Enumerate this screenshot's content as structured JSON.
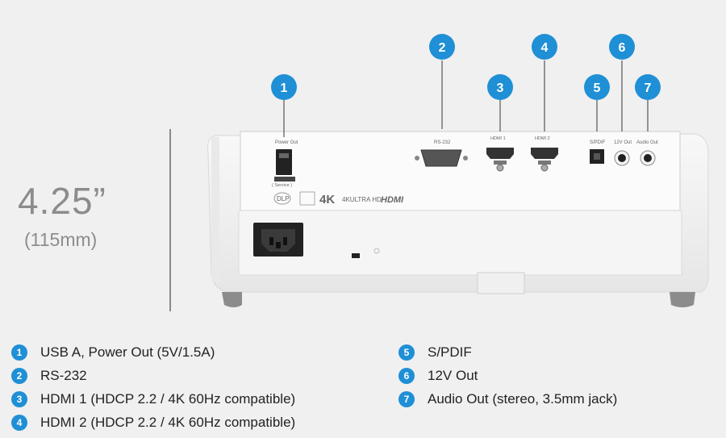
{
  "dimension": {
    "value": "4.25”",
    "metric": "(115mm)"
  },
  "callouts": [
    "1",
    "2",
    "3",
    "4",
    "5",
    "6",
    "7"
  ],
  "panel_labels": {
    "power_out": "Power Out",
    "service": "( Service )",
    "rs232": "RS-232",
    "hdmi1": "HDMI 1",
    "hdmi2": "HDMI 2",
    "spdif": "S/PDIF",
    "v12": "12V Out",
    "audio": "Audio Out",
    "logo_4k": "4K",
    "logo_uhd": "4KULTRA HD",
    "logo_hdmi": "HDMI",
    "logo_dlp": "DLP"
  },
  "legend": [
    {
      "num": "1",
      "text": "USB A, Power Out (5V/1.5A)"
    },
    {
      "num": "2",
      "text": "RS-232"
    },
    {
      "num": "3",
      "text": "HDMI 1 (HDCP 2.2 / 4K 60Hz compatible)"
    },
    {
      "num": "4",
      "text": "HDMI 2 (HDCP 2.2 / 4K 60Hz compatible)"
    },
    {
      "num": "5",
      "text": "S/PDIF"
    },
    {
      "num": "6",
      "text": "12V Out"
    },
    {
      "num": "7",
      "text": "Audio Out (stereo, 3.5mm jack)"
    }
  ],
  "colors": {
    "accent": "#1f8fd6",
    "background": "#f0f0f0",
    "body": "#ffffff"
  }
}
